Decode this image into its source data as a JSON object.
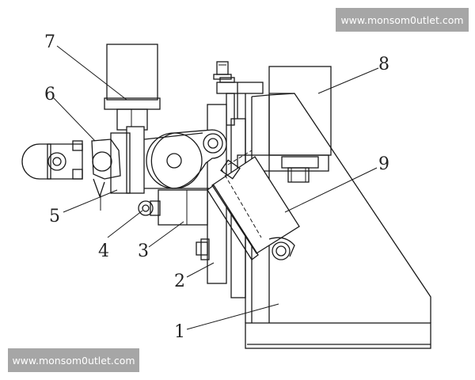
{
  "watermarks": {
    "top_right": "www.monsom0utlet.com",
    "bottom_left": "www.monsom0utlet.com"
  },
  "labels": [
    "1",
    "2",
    "3",
    "4",
    "5",
    "6",
    "7",
    "8",
    "9"
  ]
}
